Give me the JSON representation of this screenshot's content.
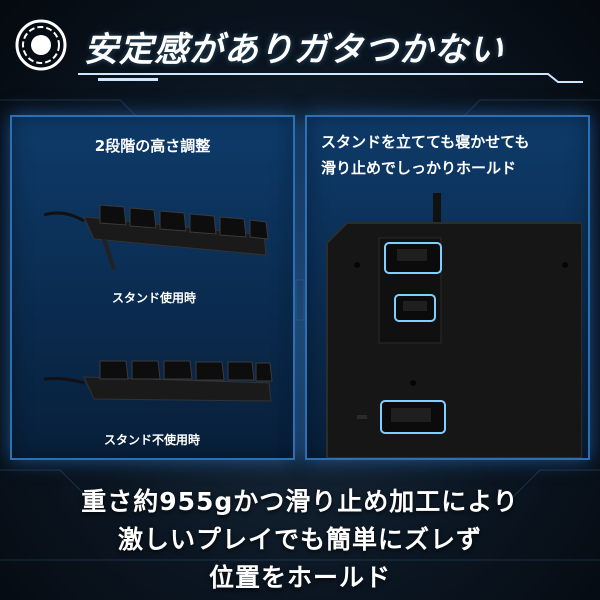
{
  "header": {
    "title": "安定感がありガタつかない",
    "icon": "target-ring-icon"
  },
  "left_panel": {
    "title": "2段階の高さ調整",
    "caption_stand": "スタンド使用時",
    "caption_no_stand": "スタンド不使用時"
  },
  "right_panel": {
    "title_line1": "スタンドを立てても寝かせても",
    "title_line2": "滑り止めでしっかりホールド"
  },
  "bottom_text": {
    "line1": "重さ約955gかつ滑り止め加工により",
    "line2": "激しいプレイでも簡単にズレず",
    "line3": "位置をホールド"
  },
  "colors": {
    "panel_border": "#2d6fb0",
    "highlight_box": "#7fd0ff",
    "accent": "#4fb3ff"
  }
}
